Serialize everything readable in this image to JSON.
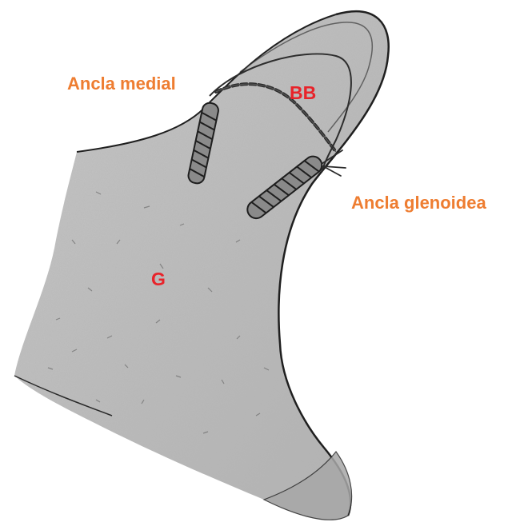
{
  "labels": {
    "medial_anchor": "Ancla medial",
    "glenoid_anchor": "Ancla glenoidea",
    "biceps": "BB",
    "glenoid": "G"
  },
  "colors": {
    "anchor_label": "#ee7d31",
    "region_label": "#e8232a",
    "bone_fill": "#bdbdbd",
    "outline": "#222222"
  }
}
